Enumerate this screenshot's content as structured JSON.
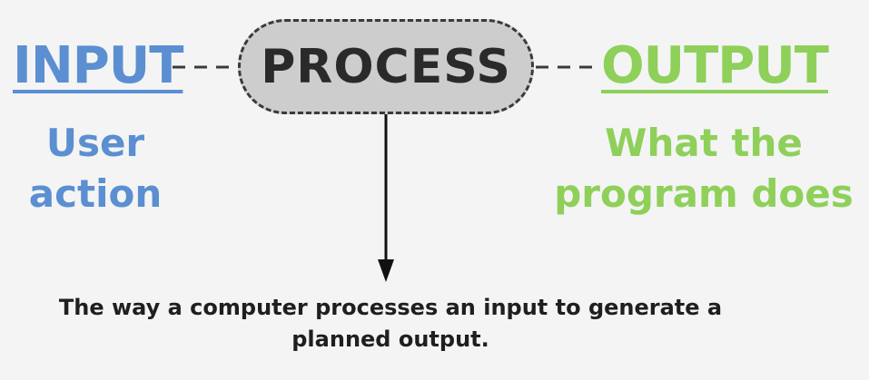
{
  "input": {
    "heading": "INPUT",
    "description": "User action",
    "color": "#5b8fd1"
  },
  "process": {
    "heading": "PROCESS",
    "box_fill": "#cdcdcd",
    "border_color": "#3a3a3a"
  },
  "output": {
    "heading": "OUTPUT",
    "description": "What the program does",
    "color": "#8ed05a"
  },
  "definition": "The way a computer processes an input to generate a planned output."
}
